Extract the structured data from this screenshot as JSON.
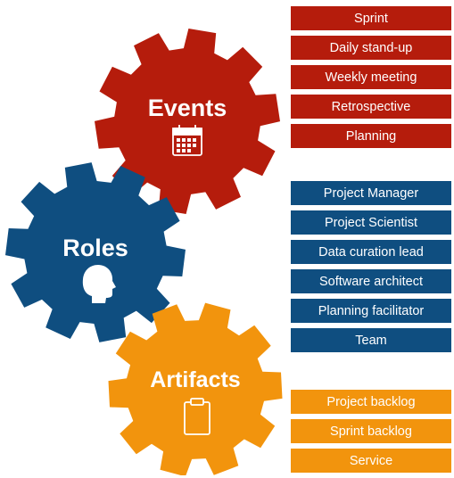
{
  "colors": {
    "events": "#b51c0c",
    "roles": "#0f4e80",
    "artifacts": "#f2940d"
  },
  "events": {
    "title": "Events",
    "icon": "calendar-icon",
    "items": [
      "Sprint",
      "Daily stand-up",
      "Weekly meeting",
      "Retrospective",
      "Planning"
    ]
  },
  "roles": {
    "title": "Roles",
    "icon": "head-silhouette-icon",
    "items": [
      "Project Manager",
      "Project Scientist",
      "Data curation lead",
      "Software architect",
      "Planning facilitator",
      "Team"
    ]
  },
  "artifacts": {
    "title": "Artifacts",
    "icon": "clipboard-icon",
    "items": [
      "Project backlog",
      "Sprint backlog",
      "Service"
    ]
  }
}
